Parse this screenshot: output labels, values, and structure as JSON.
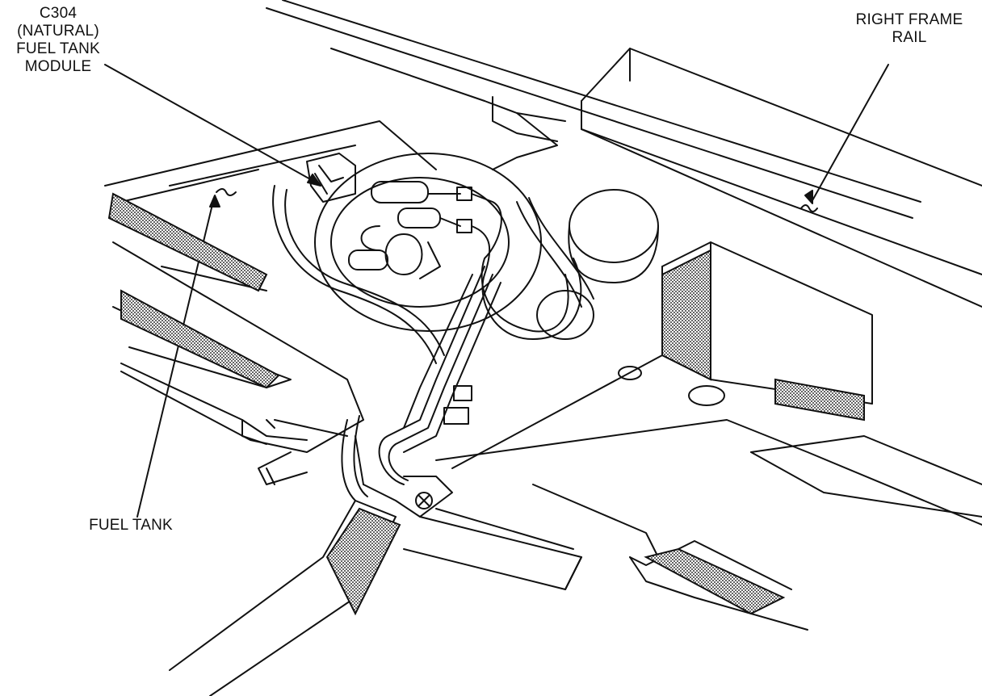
{
  "labels": {
    "module": {
      "lines": [
        "C304",
        "(NATURAL)",
        "FUEL TANK",
        "MODULE"
      ]
    },
    "frame_rail": {
      "lines": [
        "RIGHT FRAME",
        "RAIL"
      ]
    },
    "fuel_tank": {
      "lines": [
        "FUEL TANK"
      ]
    }
  },
  "colors": {
    "ink": "#111111",
    "shade": "#8a8a8a",
    "paper": "#ffffff"
  }
}
